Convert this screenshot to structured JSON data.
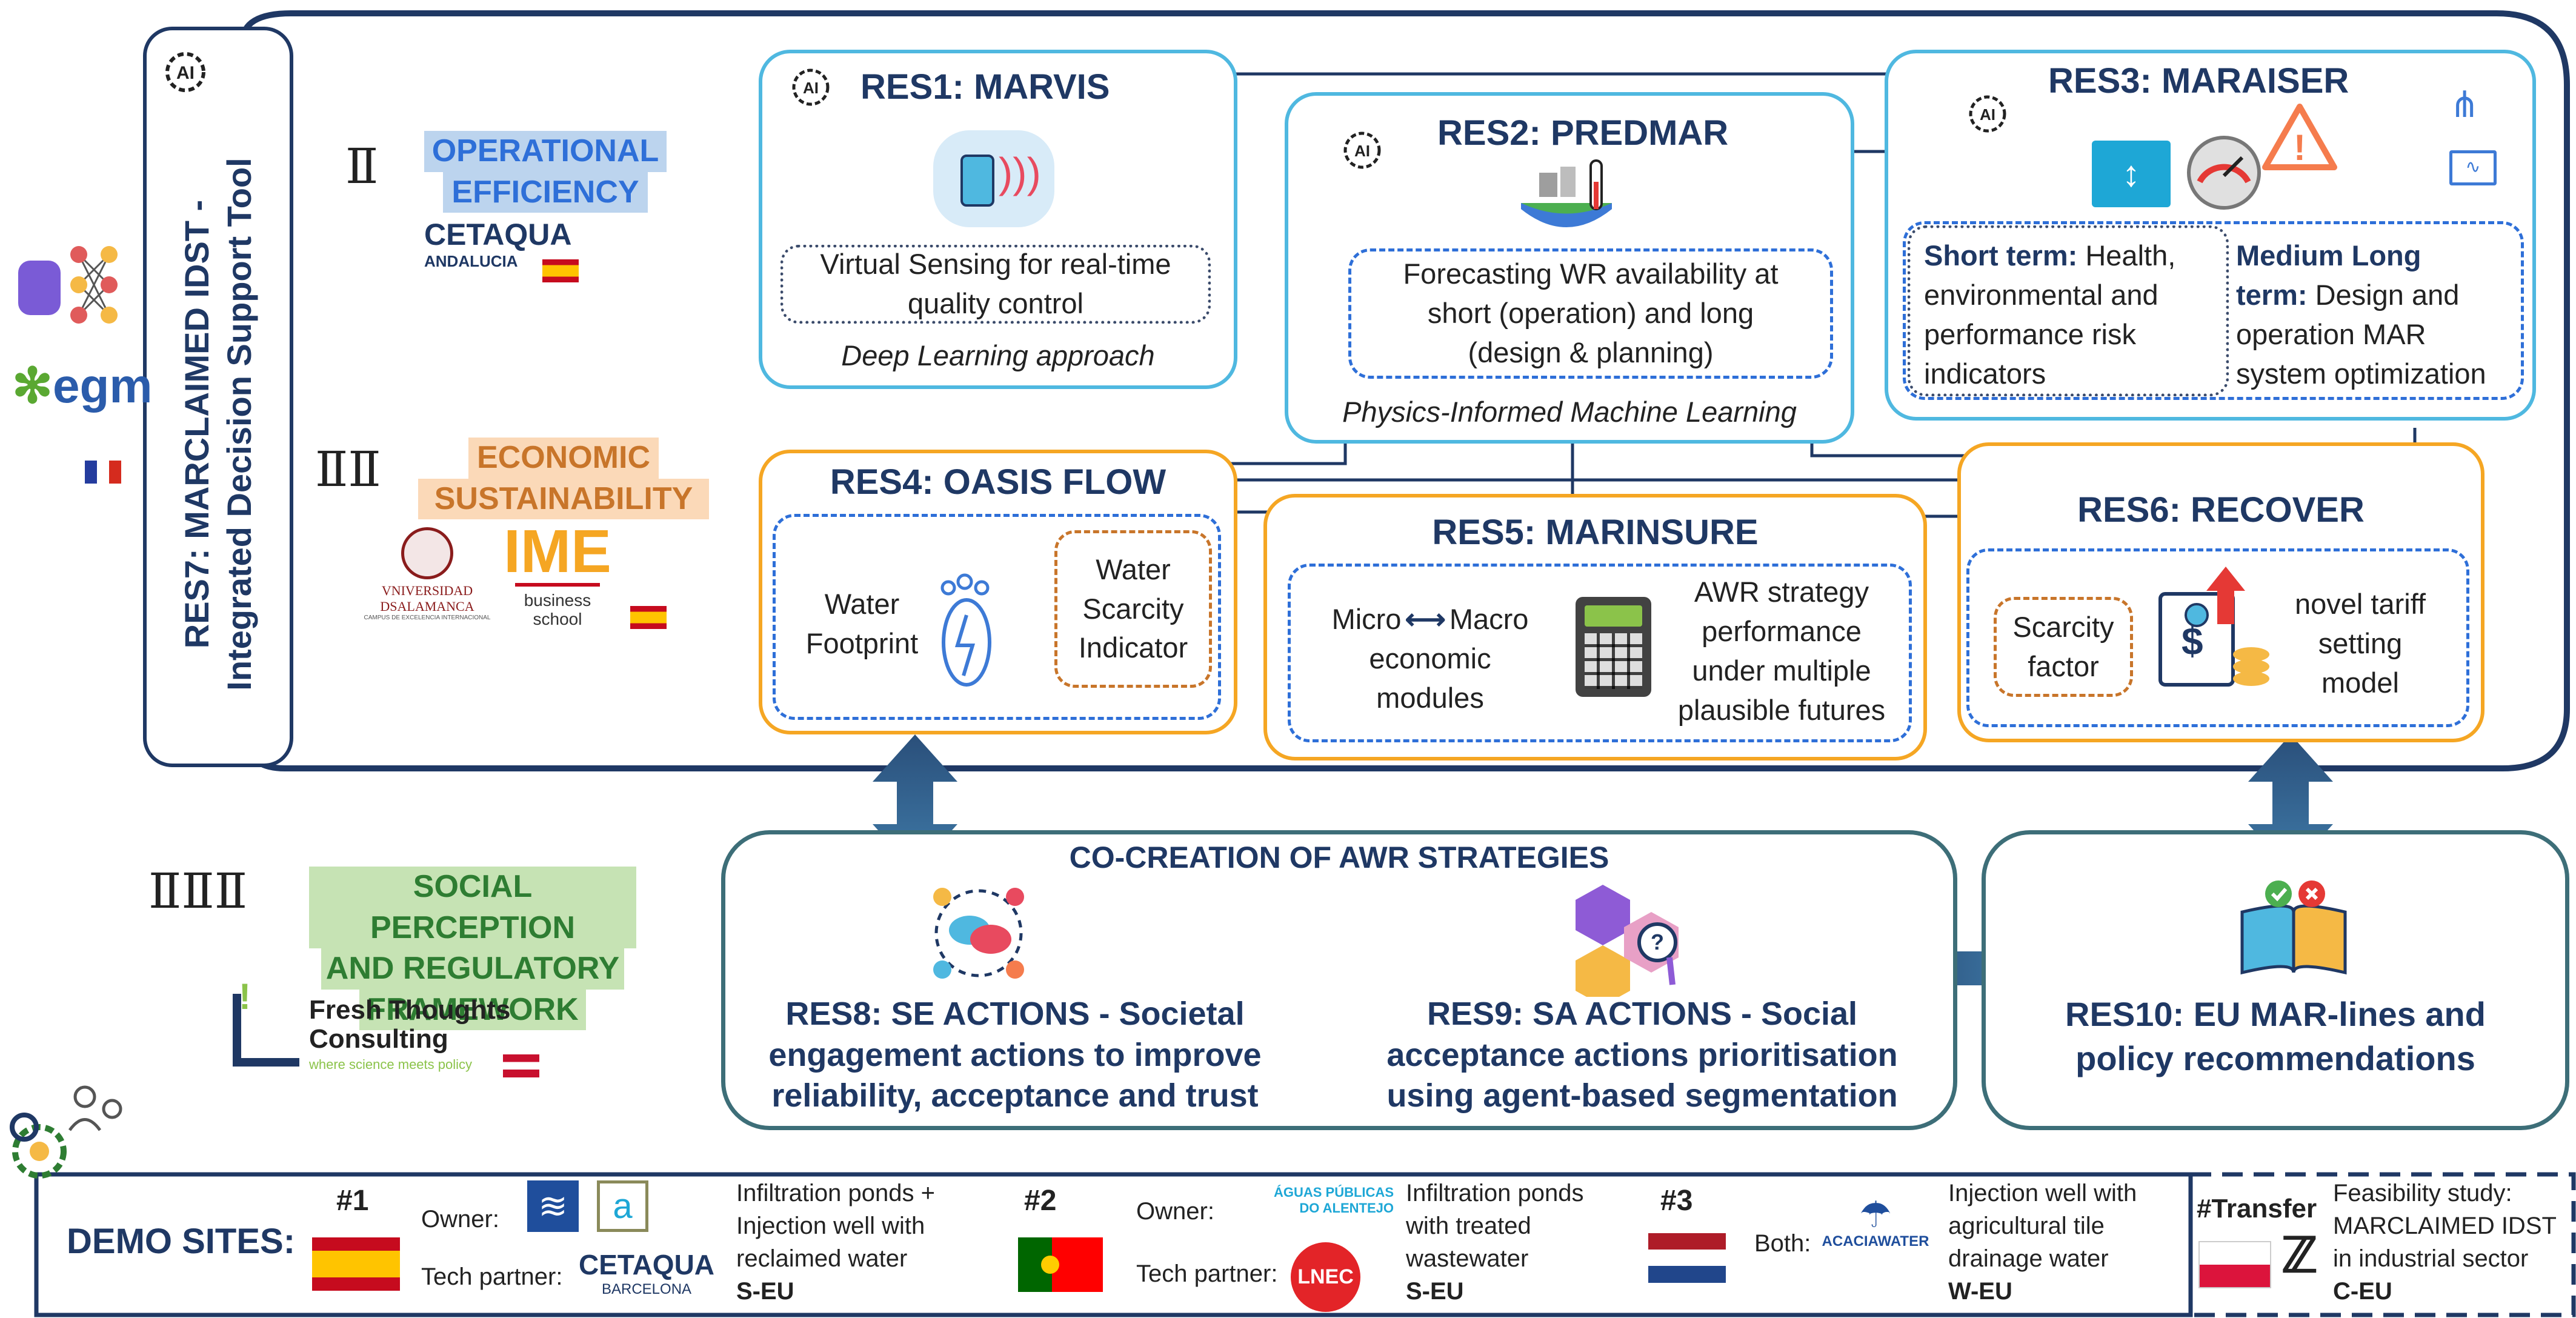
{
  "colors": {
    "navy": "#1f3864",
    "cyan": "#4fb8e0",
    "orange": "#f5a623",
    "teal": "#3d6e78",
    "blue_dash": "#2e6fd8"
  },
  "res7": {
    "line1": "RES7: MARCLAIMED IDST -",
    "line2": "Integrated Decision Support Tool"
  },
  "left": {
    "egm": "egm",
    "pillar1": {
      "line1": "OPERATIONAL",
      "line2": "EFFICIENCY",
      "partner": "CETAQUA",
      "partner_sub": "ANDALUCIA",
      "color": "#bcd4ee"
    },
    "pillar2": {
      "line1": "ECONOMIC",
      "line2": "SUSTAINABILITY",
      "uni1": "VNIVERSIDAD",
      "uni2": "DSALAMANCA",
      "uni3": "CAMPUS DE EXCELENCIA INTERNACIONAL",
      "ime": "IME",
      "ime_sub1": "business",
      "ime_sub2": "school",
      "color": "#fbd9b8"
    },
    "pillar3": {
      "line1": "SOCIAL PERCEPTION",
      "line2": "AND REGULATORY",
      "line3": "FRAMEWORK",
      "partner1": "Fresh Thoughts",
      "partner2": "Consulting",
      "partner_tag": "where science meets policy",
      "color": "#c6e3b4"
    }
  },
  "res1": {
    "title": "RES1: MARVIS",
    "desc1": "Virtual Sensing for real-time",
    "desc2": "quality control",
    "method": "Deep Learning approach"
  },
  "res2": {
    "title": "RES2: PREDMAR",
    "desc1": "Forecasting WR availability at",
    "desc2": "short (operation) and long",
    "desc3": "(design & planning)",
    "method": "Physics-Informed Machine Learning"
  },
  "res3": {
    "title": "RES3: MARAISER",
    "short_bold": "Short term:",
    "short1": " Health,",
    "short2": "environmental and",
    "short3": "performance risk",
    "short4": "indicators",
    "med_bold1": "Medium Long",
    "med_bold2": "term:",
    "med1": " Design and",
    "med2": "operation MAR",
    "med3": "system optimization"
  },
  "res4": {
    "title": "RES4: OASIS FLOW",
    "wf1": "Water",
    "wf2": "Footprint",
    "ws1": "Water",
    "ws2": "Scarcity",
    "ws3": "Indicator"
  },
  "res5": {
    "title": "RES5: MARINSURE",
    "m_micro": "Micro",
    "m_macro": "Macro",
    "m2": "economic",
    "m3": "modules",
    "a1": "AWR strategy",
    "a2": "performance",
    "a3": "under multiple",
    "a4": "plausible futures"
  },
  "res6": {
    "title": "RES6: RECOVER",
    "s1": "Scarcity",
    "s2": "factor",
    "n1": "novel tariff",
    "n2": "setting",
    "n3": "model"
  },
  "cocreation": {
    "title": "CO-CREATION OF AWR STRATEGIES",
    "res8_1": "RES8: SE ACTIONS - Societal",
    "res8_2": "engagement actions to improve",
    "res8_3": "reliability, acceptance and trust",
    "res9_1": "RES9: SA ACTIONS - Social",
    "res9_2": "acceptance actions prioritisation",
    "res9_3": "using agent-based segmentation"
  },
  "res10": {
    "line1": "RES10: EU MAR-lines and",
    "line2": "policy recommendations"
  },
  "demo": {
    "label": "DEMO SITES:",
    "s1": {
      "num": "#1",
      "owner": "Owner:",
      "tech": "Tech partner:",
      "tech_logo": "CETAQUA",
      "tech_sub": "BARCELONA",
      "d1": "Infiltration ponds +",
      "d2": "Injection well with",
      "d3": "reclaimed water",
      "region": "S-EU"
    },
    "s2": {
      "num": "#2",
      "owner": "Owner:",
      "owner_logo1": "ÁGUAS PÚBLICAS",
      "owner_logo2": "DO ALENTEJO",
      "tech": "Tech partner:",
      "tech_logo": "LNEC",
      "d1": "Infiltration ponds",
      "d2": "with  treated",
      "d3": "wastewater",
      "region": "S-EU"
    },
    "s3": {
      "num": "#3",
      "both": "Both:",
      "logo": "ACACIAWATER",
      "d1": "Injection well with",
      "d2": "agricultural tile",
      "d3": "drainage water",
      "region": "W-EU"
    },
    "transfer": {
      "label": "#Transfer",
      "d1": "Feasibility study:",
      "d2": "MARCLAIMED IDST",
      "d3": "in industrial sector",
      "region": "C-EU"
    }
  }
}
